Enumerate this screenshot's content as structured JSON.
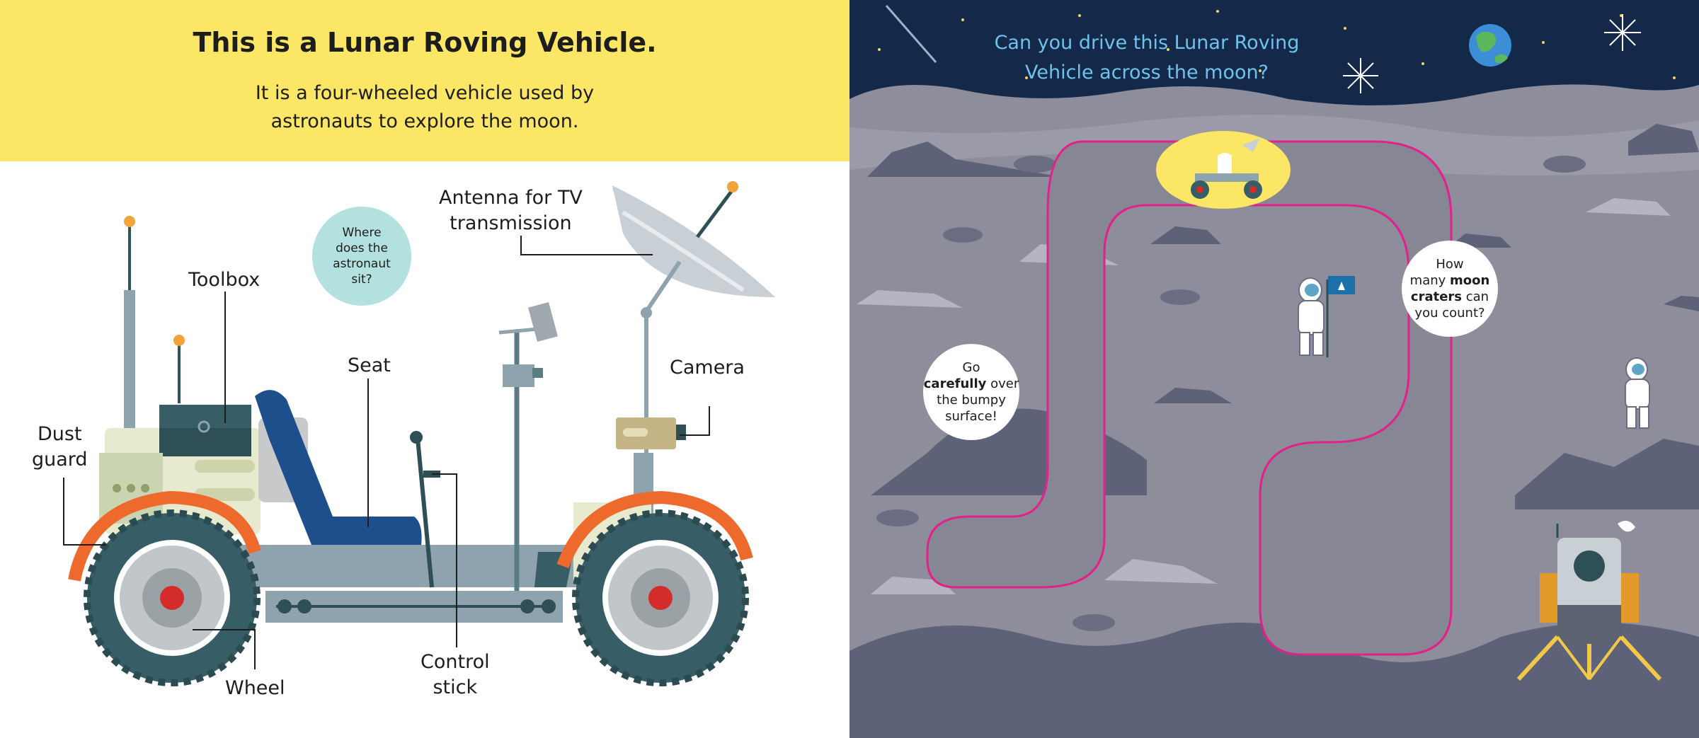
{
  "left_page": {
    "title": "This is a Lunar Roving Vehicle.",
    "intro": "It is a four-wheeled vehicle used by astronauts to explore the moon.",
    "question_bubble": [
      "Where",
      "does the",
      "astronaut",
      "sit?"
    ],
    "labels": {
      "antenna": [
        "Antenna for TV",
        "transmission"
      ],
      "toolbox": "Toolbox",
      "seat": "Seat",
      "camera": "Camera",
      "dust_guard": [
        "Dust",
        "guard"
      ],
      "wheel": "Wheel",
      "control_stick": [
        "Control",
        "stick"
      ]
    }
  },
  "right_page": {
    "question": [
      "Can you drive this Lunar Roving",
      "Vehicle across the moon?"
    ],
    "bubble_careful": {
      "line1": "Go",
      "bold": "carefully",
      "rest": "over",
      "line3": "the bumpy",
      "line4": "surface!"
    },
    "bubble_craters": {
      "line1": "How",
      "line2_start": "many ",
      "bold1": "moon",
      "bold2": "craters",
      "line3_end": " can",
      "line4": "you count?"
    }
  },
  "colors": {
    "header_yellow": "#fbe666",
    "bubble_teal": "#b2e1df",
    "night_sky": "#14284a",
    "moon_ground": "#8d8d9b",
    "maze_path": "#e3208c",
    "fender_orange": "#ee6a2c",
    "seat_blue": "#1d4f8c",
    "question_blue": "#6fc3ea"
  }
}
